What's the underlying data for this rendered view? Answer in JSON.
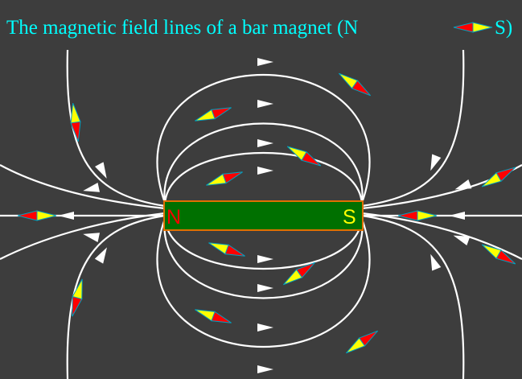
{
  "title": {
    "text": "The magnetic field lines of a bar magnet  (N",
    "suffix": "S)"
  },
  "magnet": {
    "north_label": "N",
    "south_label": "S"
  },
  "colors": {
    "background": "#3d3d3d",
    "field_line": "#ffffff",
    "title": "#00ffff",
    "magnet_body": "#007000",
    "magnet_border": "#e07000",
    "north_label": "#ff0000",
    "south_label": "#ffff00",
    "compass_north": "#ff0000",
    "compass_south": "#ffff00",
    "compass_outline": "#00a0c0"
  },
  "icons": {
    "compass": "compass-needle-icon",
    "arrow": "field-direction-arrow-icon"
  }
}
